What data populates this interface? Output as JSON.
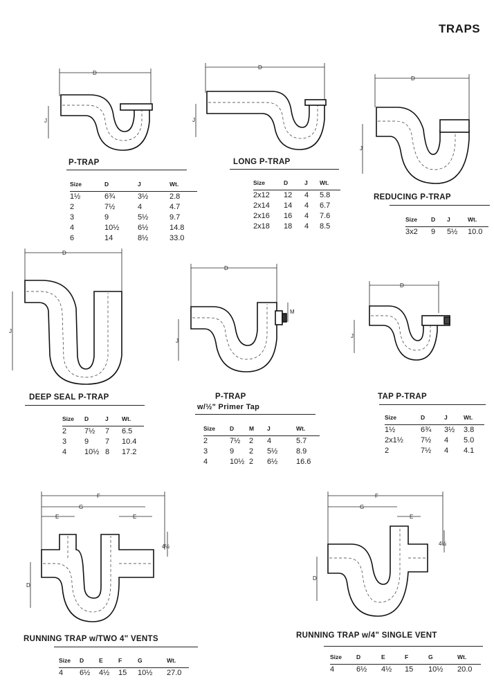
{
  "page": {
    "title": "TRAPS"
  },
  "sections": [
    {
      "id": "p-trap",
      "title": "P-TRAP",
      "title_sub": "",
      "dims": [
        "D",
        "J"
      ],
      "columns": [
        "Size",
        "D",
        "J",
        "Wt."
      ],
      "rows": [
        [
          "1½",
          "6¾",
          "3½",
          "2.8"
        ],
        [
          "2",
          "7½",
          "4",
          "4.7"
        ],
        [
          "3",
          "9",
          "5½",
          "9.7"
        ],
        [
          "4",
          "10½",
          "6½",
          "14.8"
        ],
        [
          "6",
          "14",
          "8½",
          "33.0"
        ]
      ]
    },
    {
      "id": "long-p-trap",
      "title": "LONG P-TRAP",
      "title_sub": "",
      "dims": [
        "D",
        "J"
      ],
      "columns": [
        "Size",
        "D",
        "J",
        "Wt."
      ],
      "rows": [
        [
          "2x12",
          "12",
          "4",
          "5.8"
        ],
        [
          "2x14",
          "14",
          "4",
          "6.7"
        ],
        [
          "2x16",
          "16",
          "4",
          "7.6"
        ],
        [
          "2x18",
          "18",
          "4",
          "8.5"
        ]
      ]
    },
    {
      "id": "reducing-p-trap",
      "title": "REDUCING P-TRAP",
      "title_sub": "",
      "dims": [
        "D",
        "J"
      ],
      "columns": [
        "Size",
        "D",
        "J",
        "Wt."
      ],
      "rows": [
        [
          "3x2",
          "9",
          "5½",
          "10.0"
        ]
      ]
    },
    {
      "id": "deep-seal-p-trap",
      "title": "DEEP SEAL P-TRAP",
      "title_sub": "",
      "dims": [
        "D",
        "J"
      ],
      "columns": [
        "Size",
        "D",
        "J",
        "Wt."
      ],
      "rows": [
        [
          "2",
          "7½",
          "7",
          "6.5"
        ],
        [
          "3",
          "9",
          "7",
          "10.4"
        ],
        [
          "4",
          "10½",
          "8",
          "17.2"
        ]
      ]
    },
    {
      "id": "p-trap-primer-tap",
      "title": "P-TRAP",
      "title_sub": "w/½\" Primer Tap",
      "dims": [
        "D",
        "J",
        "M"
      ],
      "columns": [
        "Size",
        "D",
        "M",
        "J",
        "Wt."
      ],
      "rows": [
        [
          "2",
          "7½",
          "2",
          "4",
          "5.7"
        ],
        [
          "3",
          "9",
          "2",
          "5½",
          "8.9"
        ],
        [
          "4",
          "10½",
          "2",
          "6½",
          "16.6"
        ]
      ]
    },
    {
      "id": "tap-p-trap",
      "title": "TAP P-TRAP",
      "title_sub": "",
      "dims": [
        "D",
        "J"
      ],
      "columns": [
        "Size",
        "D",
        "J",
        "Wt."
      ],
      "rows": [
        [
          "1½",
          "6¾",
          "3½",
          "3.8"
        ],
        [
          "2x1½",
          "7½",
          "4",
          "5.0"
        ],
        [
          "2",
          "7½",
          "4",
          "4.1"
        ]
      ]
    },
    {
      "id": "running-trap-two-vents",
      "title": "RUNNING TRAP w/TWO 4\" VENTS",
      "title_sub": "",
      "dims": [
        "F",
        "G",
        "E",
        "E",
        "4½",
        "D"
      ],
      "columns": [
        "Size",
        "D",
        "E",
        "F",
        "G",
        "Wt."
      ],
      "rows": [
        [
          "4",
          "6½",
          "4½",
          "15",
          "10½",
          "27.0"
        ]
      ]
    },
    {
      "id": "running-trap-single-vent",
      "title": "RUNNING TRAP w/4\" SINGLE VENT",
      "title_sub": "",
      "dims": [
        "F",
        "G",
        "E",
        "4½",
        "D"
      ],
      "columns": [
        "Size",
        "D",
        "E",
        "F",
        "G",
        "Wt."
      ],
      "rows": [
        [
          "4",
          "6½",
          "4½",
          "15",
          "10½",
          "20.0"
        ]
      ]
    }
  ]
}
